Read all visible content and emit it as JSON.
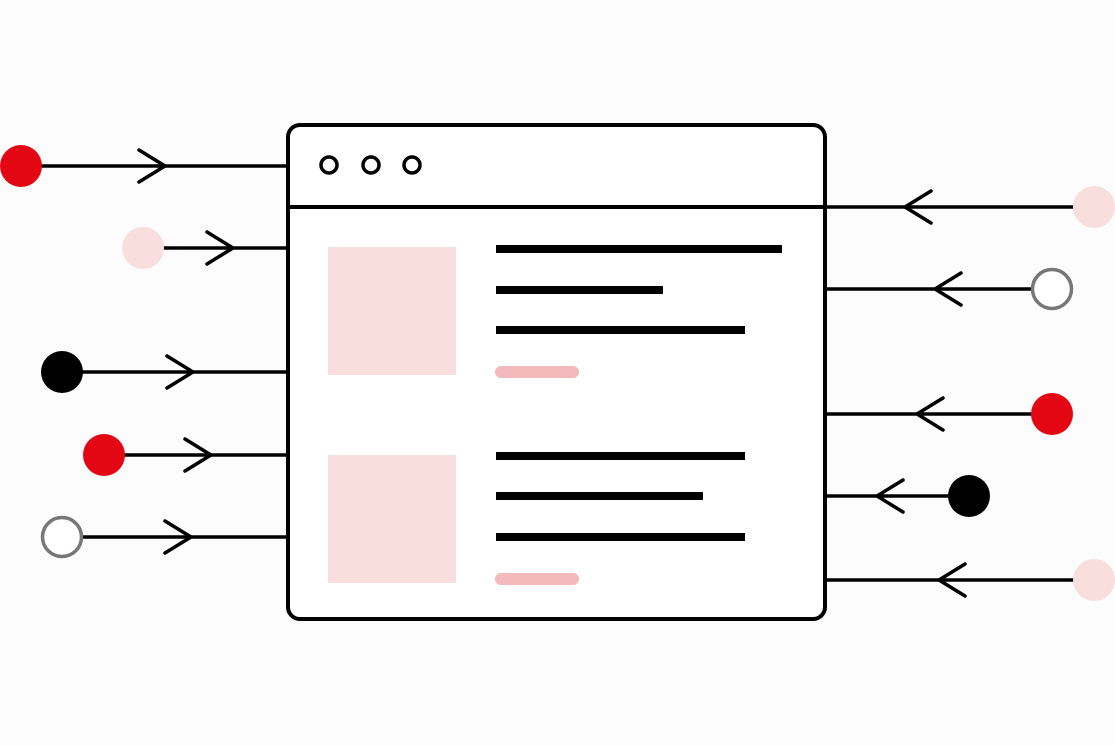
{
  "colors": {
    "background": "#fcfcfc",
    "stroke": "#000000",
    "red": "#e30613",
    "pink": "#f9dede",
    "pink_pill": "#f4b9bb",
    "black": "#000000",
    "gray_outline": "#777777",
    "white": "#ffffff"
  },
  "window": {
    "title_dots_icon": "window-control-dots-icon",
    "cards": [
      {
        "thumbnail_icon": "image-placeholder-icon",
        "text_lines": 3,
        "tag_icon": "pill-tag-icon"
      },
      {
        "thumbnail_icon": "image-placeholder-icon",
        "text_lines": 3,
        "tag_icon": "pill-tag-icon"
      }
    ]
  },
  "inputs": {
    "direction": "into-window",
    "nodes": [
      {
        "style": "red-filled"
      },
      {
        "style": "pink-filled"
      },
      {
        "style": "black-filled"
      },
      {
        "style": "red-filled"
      },
      {
        "style": "gray-outline"
      }
    ]
  },
  "outputs": {
    "direction": "into-window",
    "nodes": [
      {
        "style": "pink-filled"
      },
      {
        "style": "gray-outline"
      },
      {
        "style": "red-filled"
      },
      {
        "style": "black-filled"
      },
      {
        "style": "pink-filled"
      }
    ]
  }
}
